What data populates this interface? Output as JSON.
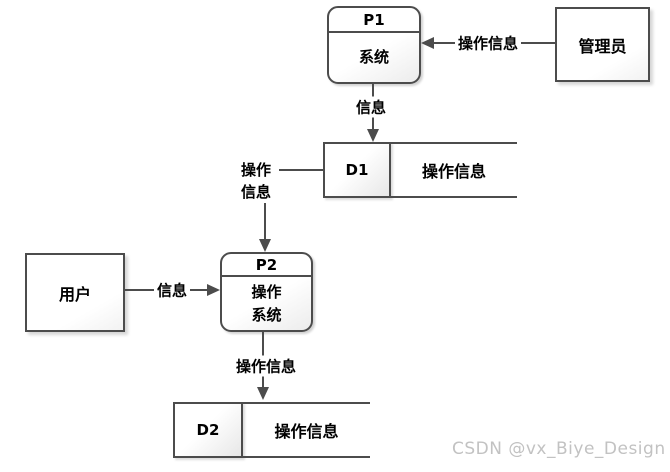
{
  "diagram": {
    "type": "data-flow-diagram",
    "colors": {
      "line": "#4c4c4c",
      "box_border": "#4c4c4c",
      "text": "#000000",
      "watermark": "#c2c2c2",
      "background": "#ffffff"
    },
    "processes": [
      {
        "id": "P1",
        "label": "系统"
      },
      {
        "id": "P2",
        "label_line1": "操作",
        "label_line2": "系统"
      }
    ],
    "entities": [
      {
        "label": "管理员"
      },
      {
        "label": "用户"
      }
    ],
    "stores": [
      {
        "id": "D1",
        "label": "操作信息"
      },
      {
        "id": "D2",
        "label": "操作信息"
      }
    ],
    "flows": [
      {
        "label": "操作信息",
        "from": "管理员",
        "to": "P1"
      },
      {
        "label": "信息",
        "from": "P1",
        "to": "D1"
      },
      {
        "label_line1": "操作",
        "label_line2": "信息",
        "from": "D1",
        "to": "P2"
      },
      {
        "label": "信息",
        "from": "用户",
        "to": "P2"
      },
      {
        "label": "操作信息",
        "from": "P2",
        "to": "D2"
      }
    ],
    "watermark": "CSDN @vx_Biye_Design"
  }
}
